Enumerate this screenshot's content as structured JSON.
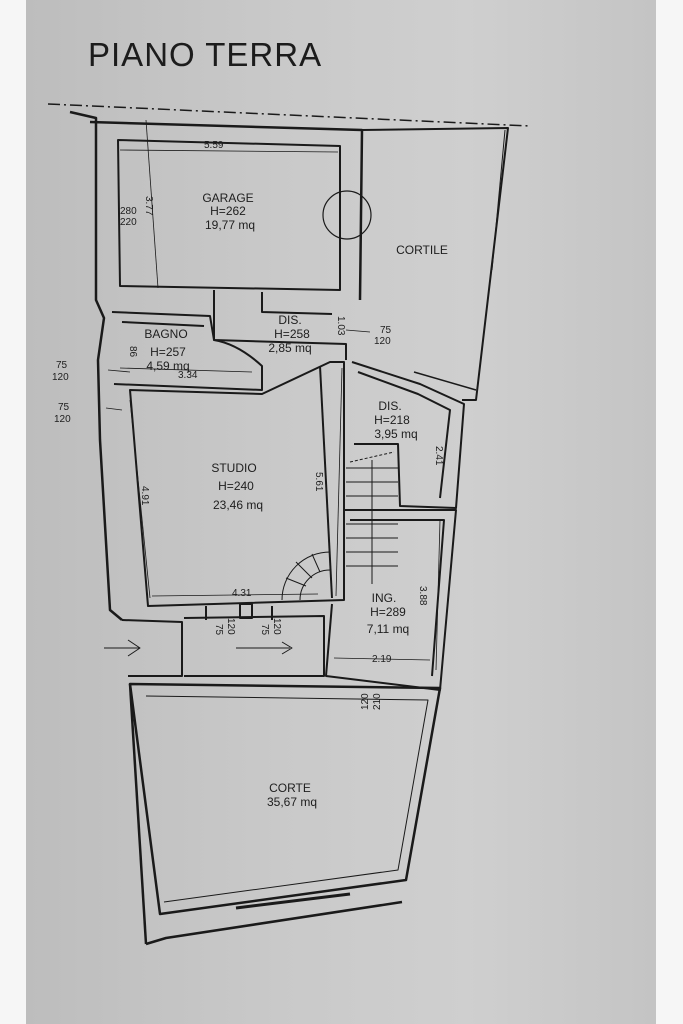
{
  "title": "PIANO TERRA",
  "rooms": {
    "garage": {
      "name": "GARAGE",
      "height": "H=262",
      "area": "19,77 mq"
    },
    "dis1": {
      "name": "DIS.",
      "height": "H=258",
      "area": "2,85 mq"
    },
    "bagno": {
      "name": "BAGNO",
      "height": "H=257",
      "area": "4,59 mq"
    },
    "dis2": {
      "name": "DIS.",
      "height": "H=218",
      "area": "3,95 mq"
    },
    "studio": {
      "name": "STUDIO",
      "height": "H=240",
      "area": "23,46 mq"
    },
    "ing": {
      "name": "ING.",
      "height": "H=289",
      "area": "7,11 mq"
    },
    "corte": {
      "name": "CORTE",
      "area": "35,67 mq"
    },
    "cortile": {
      "name": "CORTILE"
    }
  },
  "dimensions": {
    "d559": "5.59",
    "d377": "3.77",
    "d280": "280",
    "d220": "220",
    "d103": "1.03",
    "d75a": "75",
    "d120a": "120",
    "d86": "86",
    "d75b": "75",
    "d120b": "120",
    "d334": "3.34",
    "d75c": "75",
    "d120c": "120",
    "d241": "2.41",
    "d561": "5.61",
    "d491": "4.91",
    "d431": "4.31",
    "d75d": "75",
    "d120d": "120",
    "d75e": "75",
    "d120e": "120",
    "d388": "3.88",
    "d219": "2.19",
    "d120f": "120",
    "d210": "210"
  }
}
